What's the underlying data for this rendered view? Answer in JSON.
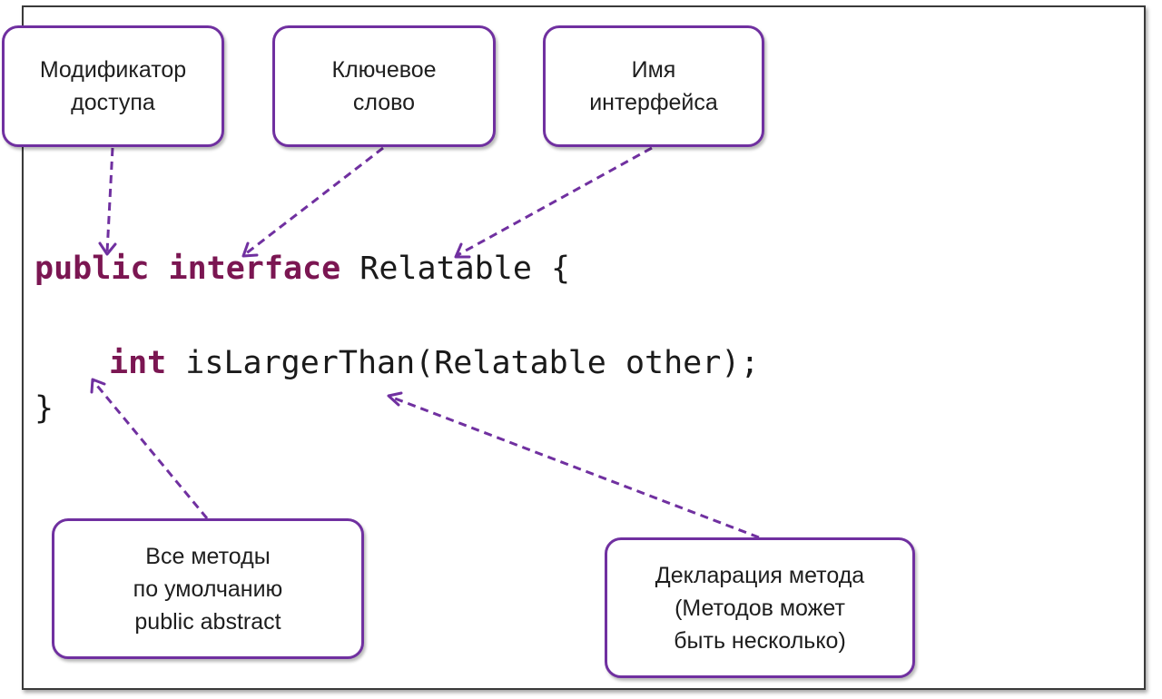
{
  "callouts": {
    "access_modifier": "Модификатор\nдоступа",
    "keyword": "Ключевое\nслово",
    "interface_name": "Имя\nинтерфейса",
    "methods_default": "Все методы\nпо умолчанию\npublic abstract",
    "method_declaration": "Декларация метода\n(Методов может\nбыть несколько)"
  },
  "code": {
    "line1": {
      "modifier": "public",
      "keyword": "interface",
      "rest": "Relatable {"
    },
    "line2": {
      "type": "int",
      "rest": "isLargerThan(Relatable other);"
    },
    "line3": "}"
  },
  "colors": {
    "accent": "#7030a0",
    "keyword": "#7b1652",
    "text": "#1a1a1a"
  }
}
